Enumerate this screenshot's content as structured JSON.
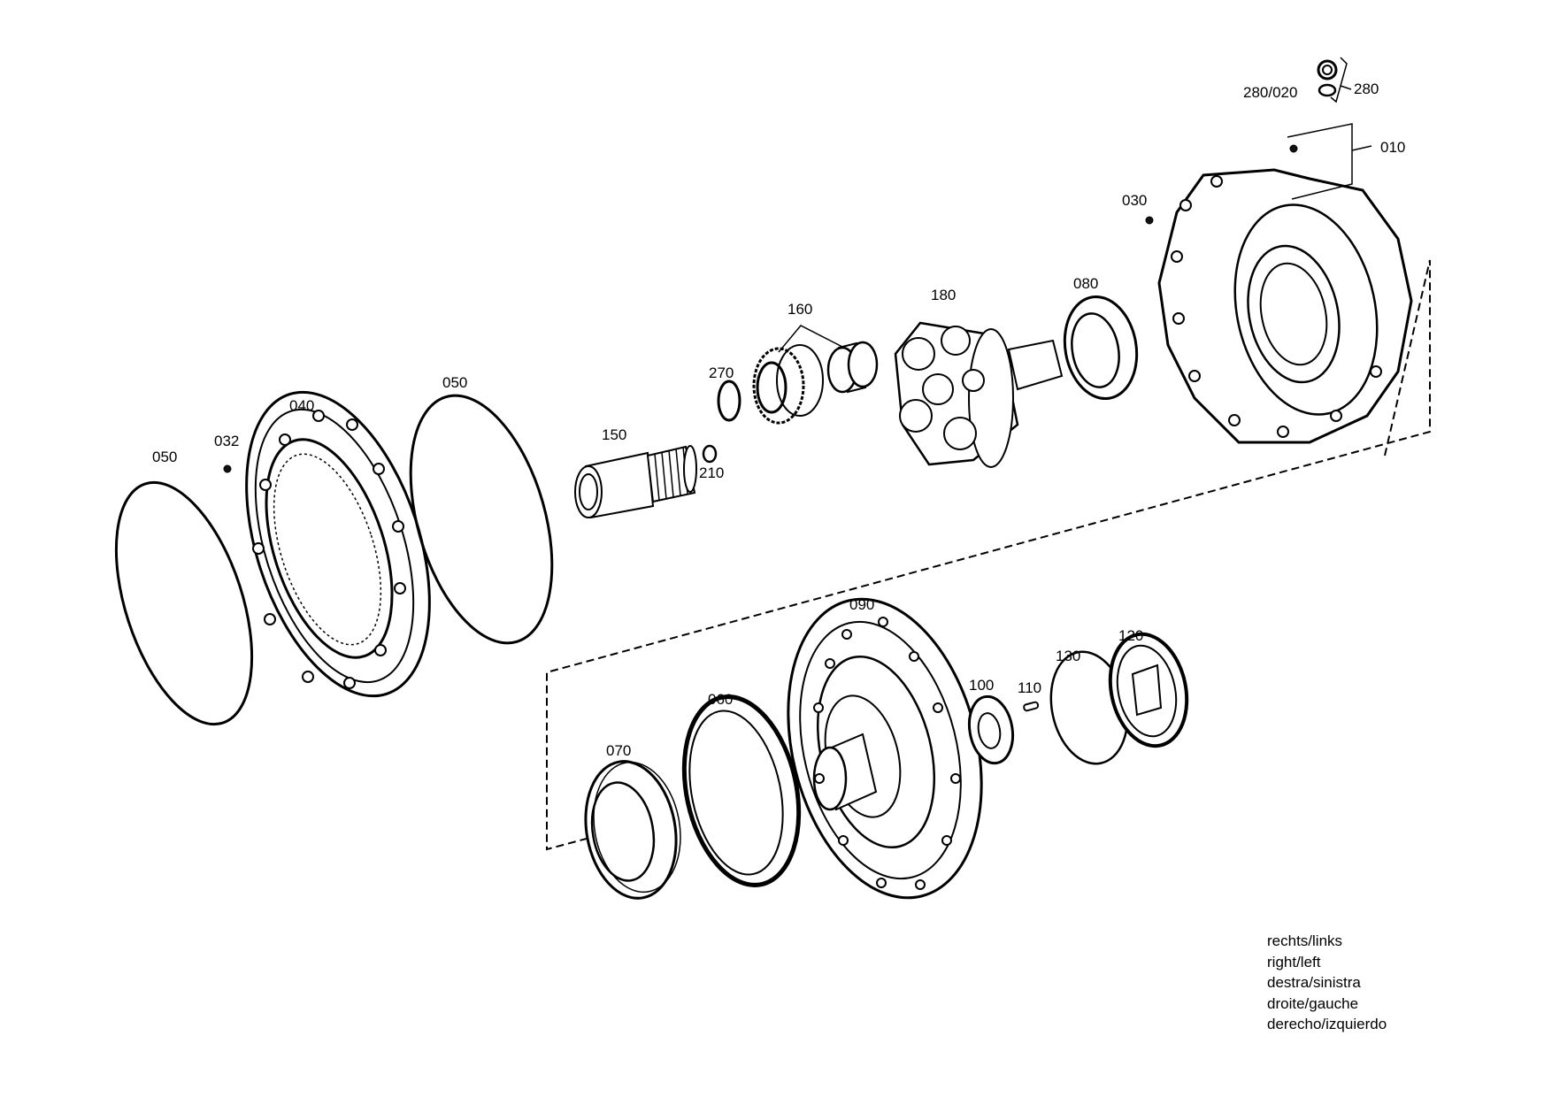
{
  "part_labels": {
    "p010": "010",
    "p030": "030",
    "p032": "032",
    "p040": "040",
    "p050a": "050",
    "p050b": "050",
    "p060": "060",
    "p070": "070",
    "p080": "080",
    "p090": "090",
    "p100": "100",
    "p110": "110",
    "p120": "120",
    "p130": "130",
    "p150": "150",
    "p160": "160",
    "p180": "180",
    "p210": "210",
    "p270": "270",
    "p280": "280",
    "p280_020": "280/020"
  },
  "legend": {
    "line1": "rechts/links",
    "line2": "right/left",
    "line3": "destra/sinistra",
    "line4": "droite/gauche",
    "line5": "derecho/izquierdo"
  }
}
